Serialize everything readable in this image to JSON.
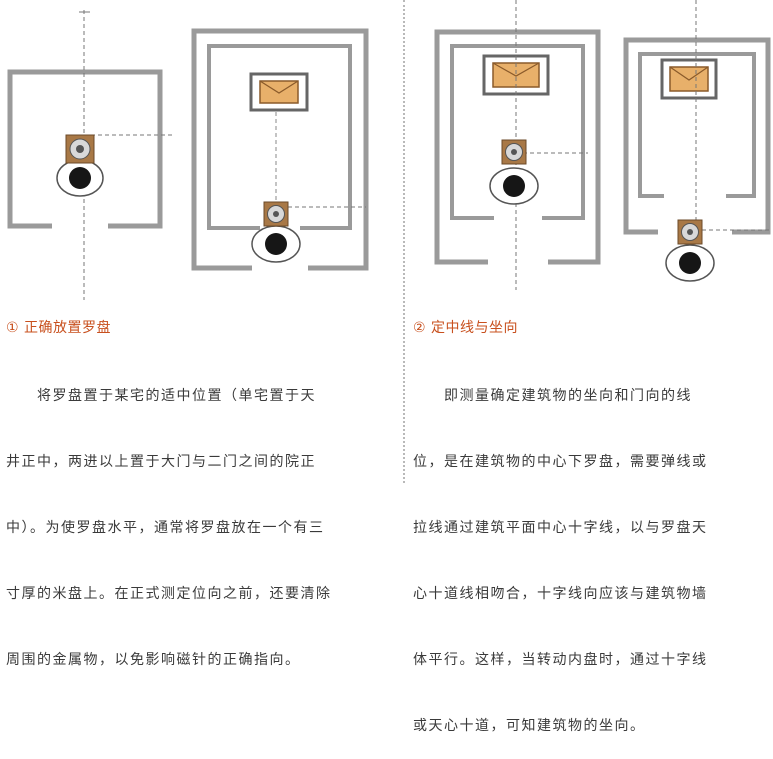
{
  "section_left": {
    "title": "① 正确放置罗盘",
    "lines": [
      "　　将罗盘置于某宅的适中位置（单宅置于天",
      "井正中，两进以上置于大门与二门之间的院正",
      "中）。为使罗盘水平，通常将罗盘放在一个有三",
      "寸厚的米盘上。在正式测定位向之前，还要清除",
      "周围的金属物，以免影响磁针的正确指向。"
    ]
  },
  "section_right": {
    "title": "② 定中线与坐向",
    "lines": [
      "　　即测量确定建筑物的坐向和门向的线",
      "位，是在建筑物的中心下罗盘，需要弹线或",
      "拉线通过建筑平面中心十字线，以与罗盘天",
      "心十道线相吻合，十字线向应该与建筑物墙",
      "体平行。这样，当转动内盘时，通过十字线",
      "或天心十道，可知建筑物的坐向。"
    ]
  },
  "colors": {
    "title": "#c8501e",
    "wall": "#9a9a9a",
    "compass": "#a87846",
    "altar_fill": "#e8b06a",
    "body_text": "#3a3a3a"
  }
}
